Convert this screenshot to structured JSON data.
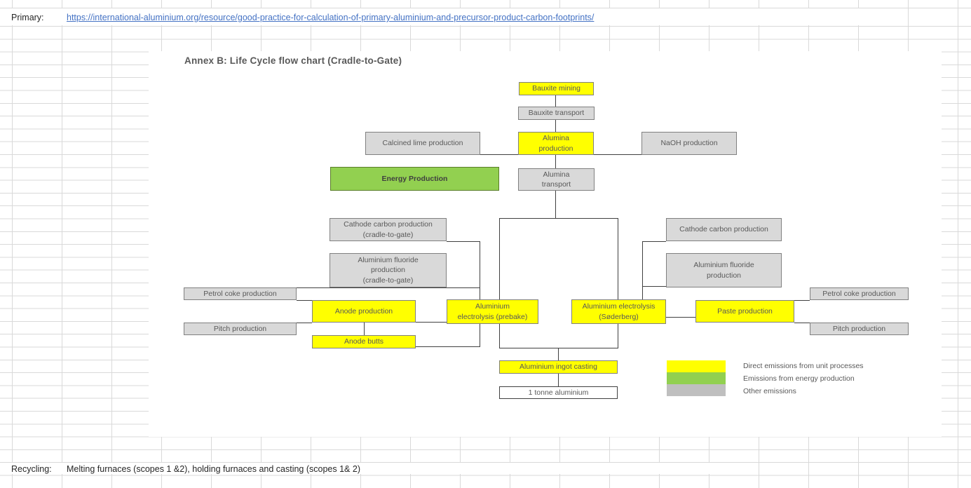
{
  "sheet": {
    "primary_label": "Primary:",
    "primary_url": "https://international-aluminium.org/resource/good-practice-for-calculation-of-primary-aluminium-and-precursor-product-carbon-footprints/",
    "recycling_label": "Recycling:",
    "recycling_text": "Melting furnaces (scopes 1 &2), holding furnaces and casting (scopes 1& 2)"
  },
  "figure": {
    "title": "Annex B: Life Cycle flow chart (Cradle-to-Gate)",
    "nodes": {
      "bauxite_mining": {
        "label": "Bauxite mining",
        "category": "direct"
      },
      "bauxite_transport": {
        "label": "Bauxite transport",
        "category": "other"
      },
      "calcined_lime_production": {
        "label": "Calcined lime production",
        "category": "other"
      },
      "alumina_production": {
        "label": "Alumina\nproduction",
        "category": "direct"
      },
      "naoh_production": {
        "label": "NaOH production",
        "category": "other"
      },
      "energy_production": {
        "label": "Energy Production",
        "category": "energy"
      },
      "alumina_transport": {
        "label": "Alumina\ntransport",
        "category": "other"
      },
      "cathode_carbon_production_left": {
        "label": "Cathode carbon production\n(cradle-to-gate)",
        "category": "other"
      },
      "aluminium_fluoride_production_left": {
        "label": "Aluminium fluoride\nproduction\n(cradle-to-gate)",
        "category": "other"
      },
      "petrol_coke_production_left": {
        "label": "Petrol coke production",
        "category": "other"
      },
      "anode_production": {
        "label": "Anode production",
        "category": "direct"
      },
      "aluminium_electrolysis_prebake": {
        "label": "Aluminium\nelectrolysis (prebake)",
        "category": "direct"
      },
      "aluminium_electrolysis_soderberg": {
        "label": "Aluminium electrolysis\n(Søderberg)",
        "category": "direct"
      },
      "paste_production": {
        "label": "Paste production",
        "category": "direct"
      },
      "pitch_production_left": {
        "label": "Pitch production",
        "category": "other"
      },
      "anode_butts": {
        "label": "Anode butts",
        "category": "direct"
      },
      "cathode_carbon_production_right": {
        "label": "Cathode carbon production",
        "category": "other"
      },
      "aluminium_fluoride_production_right": {
        "label": "Aluminium fluoride\nproduction",
        "category": "other"
      },
      "petrol_coke_production_right": {
        "label": "Petrol coke production",
        "category": "other"
      },
      "pitch_production_right": {
        "label": "Pitch production",
        "category": "other"
      },
      "aluminium_ingot_casting": {
        "label": "Aluminium ingot casting",
        "category": "direct"
      },
      "one_tonne_aluminium": {
        "label": "1 tonne aluminium",
        "category": "product"
      }
    },
    "legend": {
      "direct": {
        "label": "Direct emissions from unit processes",
        "color": "#FFFF00"
      },
      "energy": {
        "label": "Emissions from energy production",
        "color": "#92D050"
      },
      "other": {
        "label": "Other emissions",
        "color": "#BFBFBF"
      }
    }
  },
  "colors": {
    "direct_fill": "#FFFF00",
    "energy_fill": "#92D050",
    "other_fill": "#D9D9D9",
    "gridline": "#D9D9D9",
    "link_blue": "#4472C4",
    "box_text": "#595959"
  }
}
